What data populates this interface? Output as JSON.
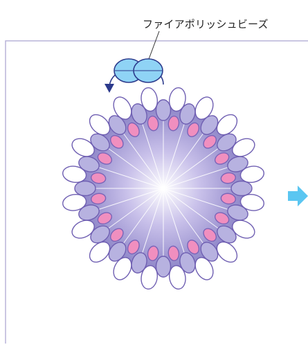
{
  "callout": {
    "label": "ファイアポリッシュビーズ"
  },
  "diagram": {
    "rings": [
      {
        "name": "inner-pink-beads",
        "count": 20,
        "fill": "#f08fbf",
        "stroke": "#7a64b8"
      },
      {
        "name": "middle-lavender-beads",
        "count": 20,
        "fill": "#b7b2e0",
        "stroke": "#6f5fb2"
      },
      {
        "name": "outer-white-beads",
        "count": 20,
        "fill": "#ffffff",
        "stroke": "#6f5fb2"
      }
    ],
    "center_gradient": [
      "#ffffff",
      "#c9c1ea",
      "#8e86c8"
    ],
    "spokes": 20,
    "fire_polish_bead_color": "#8fd3f5",
    "arrow_color": "#2c3a8c",
    "next_arrow_color": "#5bc6f1",
    "frame_color": "#b9b4d8"
  }
}
